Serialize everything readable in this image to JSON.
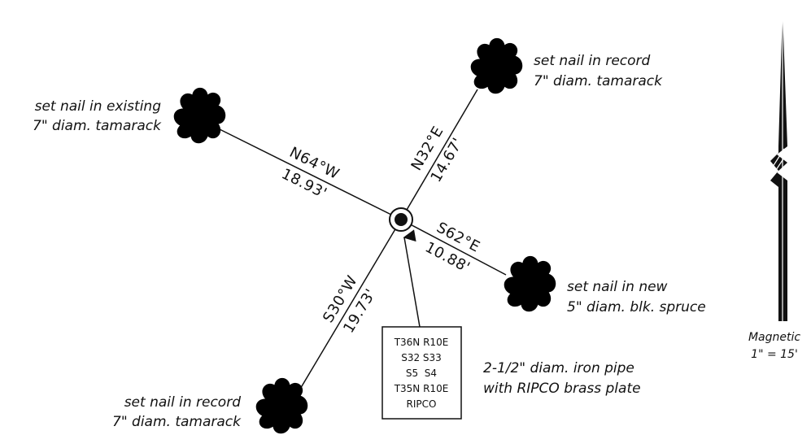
{
  "bearings": [
    {
      "direction": "N64°W",
      "distance": "18.93'",
      "label_line1": "set nail in existing",
      "label_line2": "7\" diam. tamarack"
    },
    {
      "direction": "N32°E",
      "distance": "14.67'",
      "label_line1": "set nail in record",
      "label_line2": "7\" diam. tamarack"
    },
    {
      "direction": "S62°E",
      "distance": "10.88'",
      "label_line1": "set nail in new",
      "label_line2": "5\" diam. blk. spruce"
    },
    {
      "direction": "S30°W",
      "distance": "19.73'",
      "label_line1": "set nail in record",
      "label_line2": "7\" diam. tamarack"
    }
  ],
  "monument": {
    "plate_lines": [
      "T36N R10E",
      "S32 S33",
      "S5  S4",
      "T35N R10E",
      "RIPCO"
    ],
    "description_line1": "2-1/2\" diam. iron pipe",
    "description_line2": "with RIPCO brass plate"
  },
  "north_arrow": {
    "type_label": "Magnetic",
    "scale": "1\" = 15'"
  }
}
